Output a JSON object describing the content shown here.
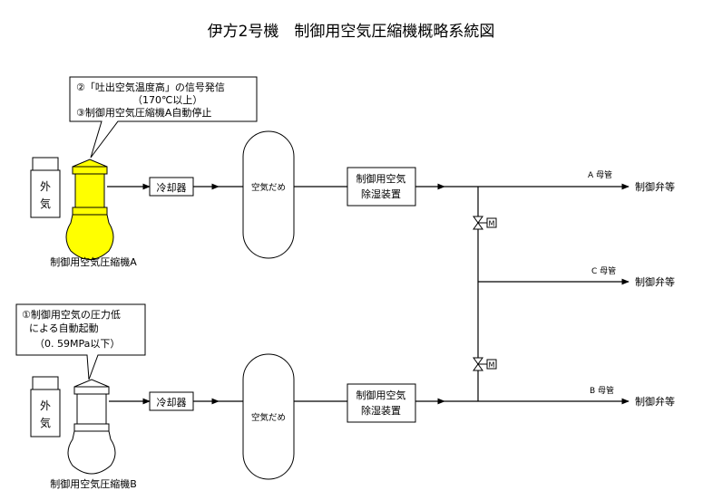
{
  "title": "伊方2号機　制御用空気圧縮機概略系統図",
  "colors": {
    "line": "#000000",
    "compressor_active_fill": "#ffff00",
    "compressor_idle_fill": "#ffffff",
    "background": "#ffffff"
  },
  "callout_a": {
    "line1": "②「吐出空気温度高」の信号発信",
    "line2": "（170℃以上）",
    "line3": "③制御用空気圧縮機A自動停止"
  },
  "callout_b": {
    "line1": "①制御用空気の圧力低",
    "line2": "による自動起動",
    "line3": "（0. 59MPa以下）"
  },
  "train_a": {
    "outside_air": [
      "外",
      "気"
    ],
    "compressor_label": "制御用空気圧縮機A",
    "cooler": "冷却器",
    "tank": "空気だめ",
    "dehumidifier": [
      "制御用空気",
      "除湿装置"
    ],
    "header": "A 母管",
    "destination": "制御弁等"
  },
  "train_b": {
    "outside_air": [
      "外",
      "気"
    ],
    "compressor_label": "制御用空気圧縮機B",
    "cooler": "冷却器",
    "tank": "空気だめ",
    "dehumidifier": [
      "制御用空気",
      "除湿装置"
    ],
    "header": "B 母管",
    "destination": "制御弁等"
  },
  "header_c": {
    "label": "C 母管",
    "destination": "制御弁等"
  },
  "valve_motor_label": "M"
}
